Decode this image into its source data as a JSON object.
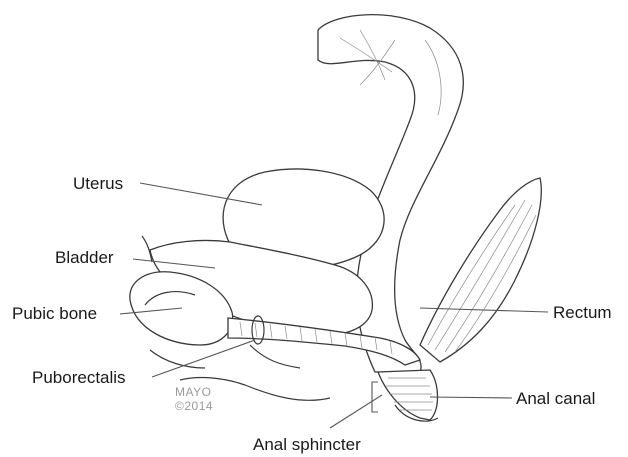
{
  "labels": {
    "uterus": "Uterus",
    "bladder": "Bladder",
    "pubic_bone": "Pubic bone",
    "puborectalis": "Puborectalis",
    "rectum": "Rectum",
    "anal_canal": "Anal canal",
    "anal_sphincter": "Anal sphincter"
  },
  "credit": {
    "line1": "MAYO",
    "line2": "©2014"
  }
}
